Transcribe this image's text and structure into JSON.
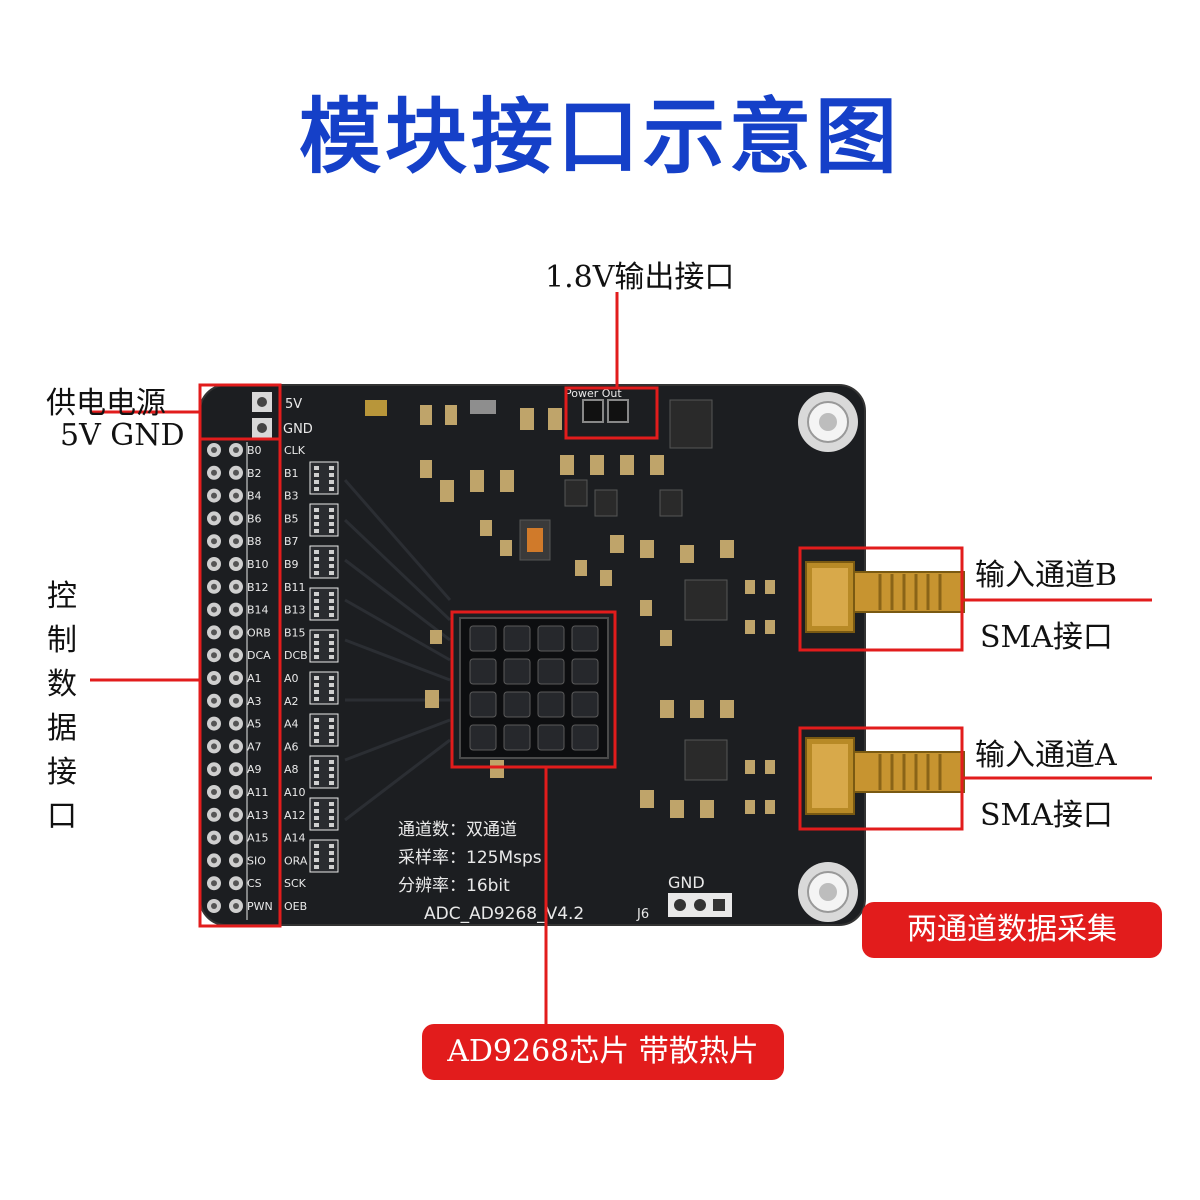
{
  "title": "模块接口示意图",
  "callouts": {
    "output_1v8": "1.8V输出接口",
    "power_label": "供电电源",
    "power_pins": "5V GND",
    "control_data": "控制数据接口",
    "channel_b_title": "输入通道B",
    "channel_b_sub": "SMA接口",
    "channel_a_title": "输入通道A",
    "channel_a_sub": "SMA接口",
    "chip_badge": "AD9268芯片 带散热片",
    "dual_badge": "两通道数据采集"
  },
  "board": {
    "specs": [
      "通道数：双通道",
      "采样率：125Msps",
      "分辨率：16bit"
    ],
    "name": "ADC_AD9268_V4.2",
    "gnd_label": "GND",
    "j6_label": "J6",
    "power_out": "Power Out",
    "header_left": [
      "B0",
      "B2",
      "B4",
      "B6",
      "B8",
      "B10",
      "B12",
      "B14",
      "ORB",
      "DCA",
      "A1",
      "A3",
      "A5",
      "A7",
      "A9",
      "A11",
      "A13",
      "A15",
      "SIO",
      "CS",
      "PWN"
    ],
    "header_right": [
      "CLK",
      "B1",
      "B3",
      "B5",
      "B7",
      "B9",
      "B11",
      "B13",
      "B15",
      "DCB",
      "A0",
      "A2",
      "A4",
      "A6",
      "A8",
      "A10",
      "A12",
      "A14",
      "ORA",
      "SCK",
      "OEB"
    ],
    "power_header": [
      "5V",
      "GND"
    ]
  },
  "colors": {
    "title": "#1540c8",
    "accent": "#e21c1c",
    "pcb": "#1c1e21",
    "gold": "#c8962a"
  }
}
